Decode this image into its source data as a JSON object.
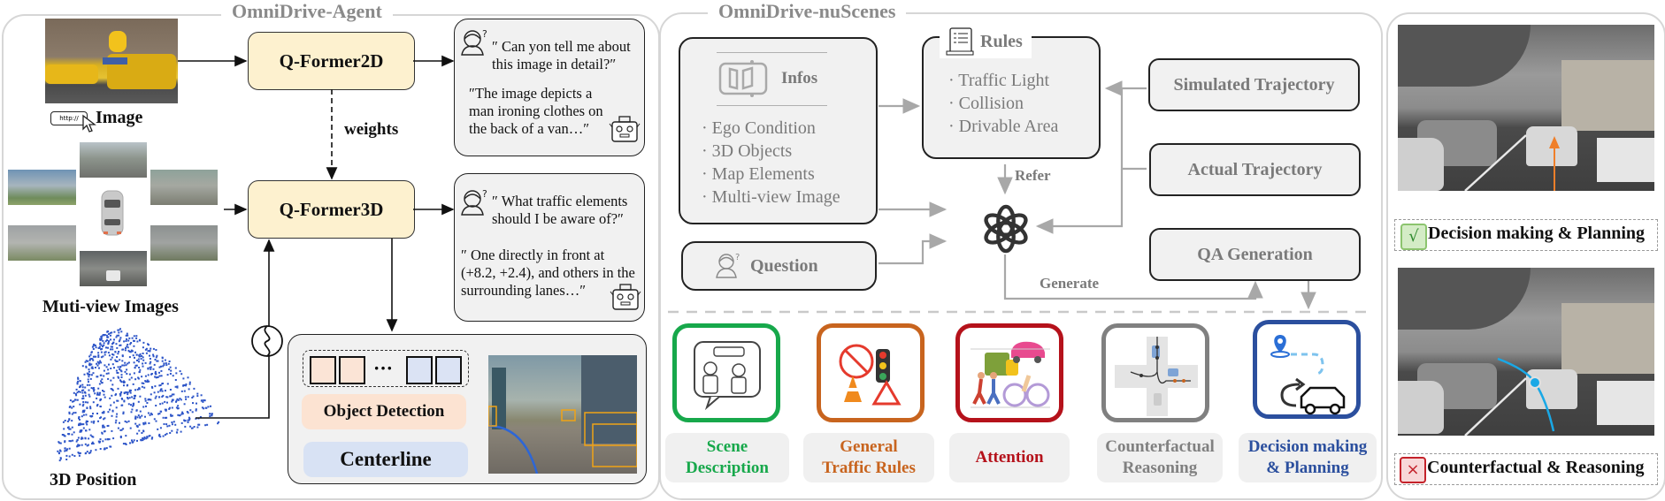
{
  "agent": {
    "title": "OmniDrive-Agent",
    "image_label": "Image",
    "url_badge": "http://",
    "multiview_label": "Muti-view Images",
    "position_label": "3D Position",
    "qformer2d": "Q-Former2D",
    "qformer3d": "Q-Former3D",
    "weights_label": "weights",
    "chat1": {
      "question": "″ Can yon tell me about this image in detail?″",
      "answer": "″The image depicts a man ironing clothes on the back of a van…″"
    },
    "chat2": {
      "question": "″ What traffic elements should I be aware of?″",
      "answer": "″ One directly in front at (+8.2, +2.4), and others in the surrounding lanes…″"
    },
    "query_ellipsis": "···",
    "object_detection": "Object Detection",
    "centerline": "Centerline"
  },
  "nuscenes": {
    "title": "OmniDrive-nuScenes",
    "infos": {
      "title": "Infos",
      "items": [
        "· Ego Condition",
        "· 3D Objects",
        "· Map Elements",
        "· Multi-view Image"
      ]
    },
    "rules": {
      "title": "Rules",
      "items": [
        "· Traffic Light",
        "· Collision",
        "· Drivable Area"
      ]
    },
    "question": "Question",
    "refer": "Refer",
    "generate": "Generate",
    "simulated_trajectory": "Simulated Trajectory",
    "actual_trajectory": "Actual Trajectory",
    "qa_generation": "QA Generation",
    "tasks": [
      {
        "label_line1": "Scene",
        "label_line2": "Description",
        "color": "#17a84b",
        "icon": "chat-robot-icon"
      },
      {
        "label_line1": "General",
        "label_line2": "Traffic Rules",
        "color": "#c8641e",
        "icon": "traffic-cone-icon"
      },
      {
        "label_line1": "Attention",
        "label_line2": "",
        "color": "#b5121b",
        "icon": "pedestrian-vehicle-icon"
      },
      {
        "label_line1": "Counterfactual",
        "label_line2": "Reasoning",
        "color": "#808080",
        "icon": "intersection-icon"
      },
      {
        "label_line1": "Decision making",
        "label_line2": "& Planning",
        "color": "#2b4f9e",
        "icon": "route-car-icon"
      }
    ]
  },
  "examples": {
    "correct_label": "Decision making & Planning",
    "correct_mark": "√",
    "wrong_label": "Counterfactual & Reasoning",
    "wrong_mark": "×"
  }
}
